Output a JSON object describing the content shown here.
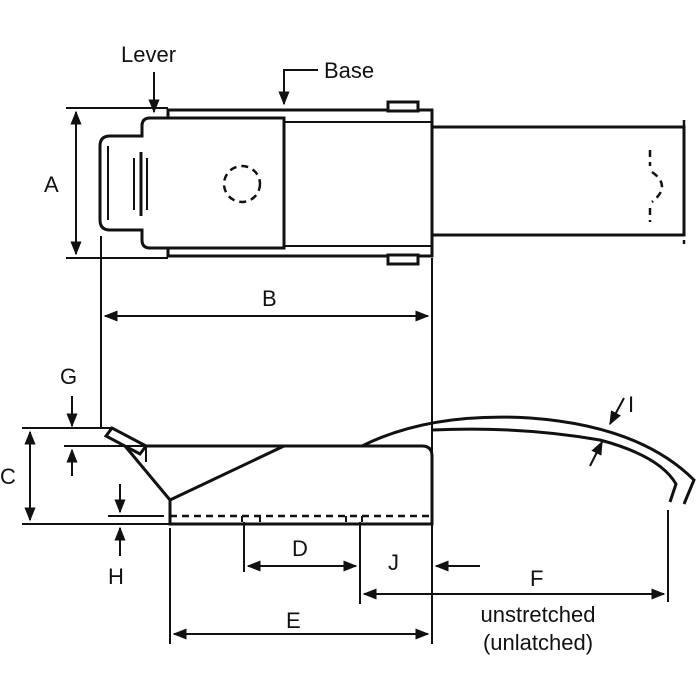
{
  "callouts": {
    "lever": "Lever",
    "base": "Base"
  },
  "dimensions": {
    "a": "A",
    "b": "B",
    "c": "C",
    "d": "D",
    "e": "E",
    "f": "F",
    "g": "G",
    "h": "H",
    "i": "I",
    "j": "J"
  },
  "notes": {
    "line1": "unstretched",
    "line2": "(unlatched)"
  }
}
